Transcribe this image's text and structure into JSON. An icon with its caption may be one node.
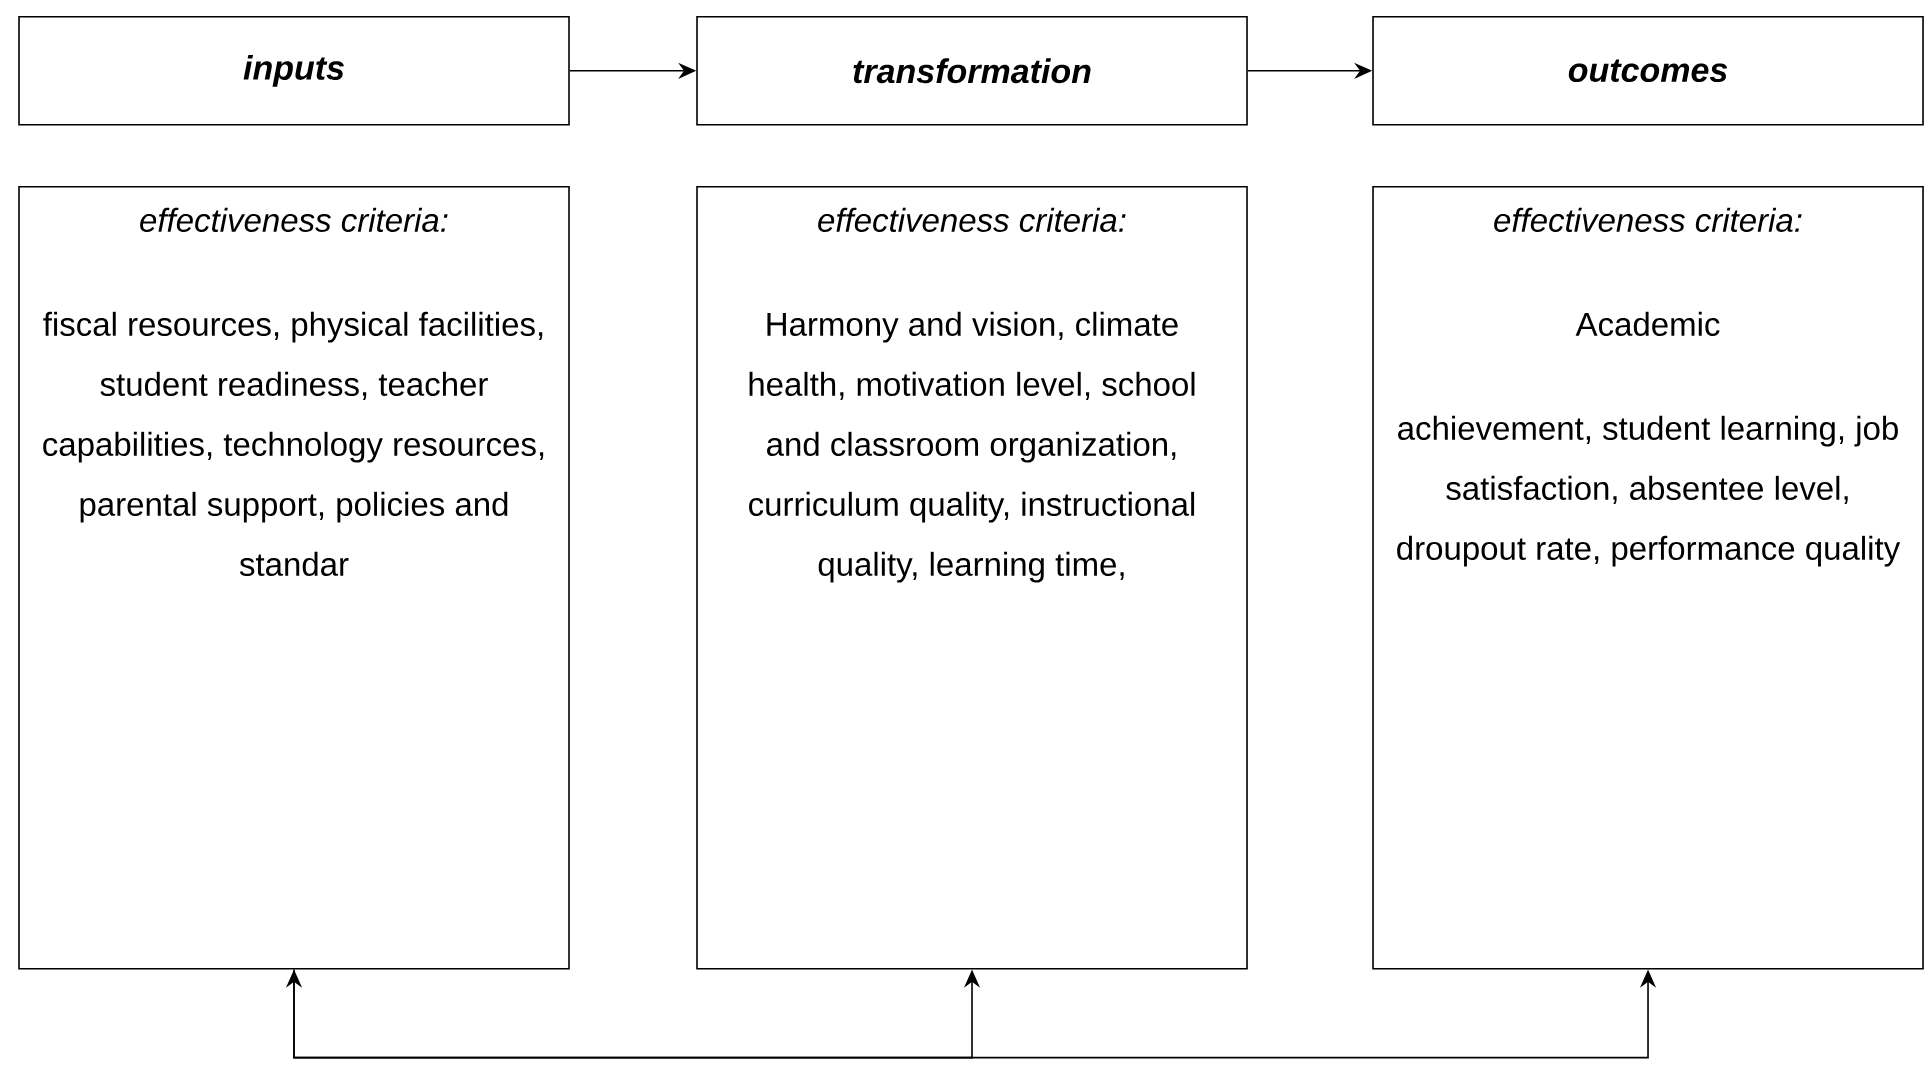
{
  "diagram": {
    "nodes": [
      {
        "text": [
          "inputs"
        ]
      },
      {
        "text": [
          "transformation"
        ]
      },
      {
        "text": [
          "outcomes"
        ]
      },
      {
        "text": [
          "effectiveness criteria:",
          "fiscal resources, physical facilities, student readiness, teacher capabilities, technology resources, parental support, policies and standar"
        ]
      },
      {
        "text": [
          "effectiveness criteria:",
          "Harmony and vision, climate health, motivation level, school and classroom organization, curriculum quality, instructional quality, learning time,"
        ]
      },
      {
        "text": [
          "effectiveness criteria:",
          "Academic",
          "achievement, student learning, job satisfaction, absentee level, droupout rate, performance quality"
        ]
      }
    ],
    "edges": [
      {
        "from": 0,
        "to": 1,
        "arrow": "to"
      },
      {
        "from": 1,
        "to": 2,
        "arrow": "to"
      },
      {
        "from": 5,
        "to": 3,
        "arrow": "both"
      },
      {
        "from": 3,
        "to": 4,
        "arrow": "to"
      }
    ]
  }
}
